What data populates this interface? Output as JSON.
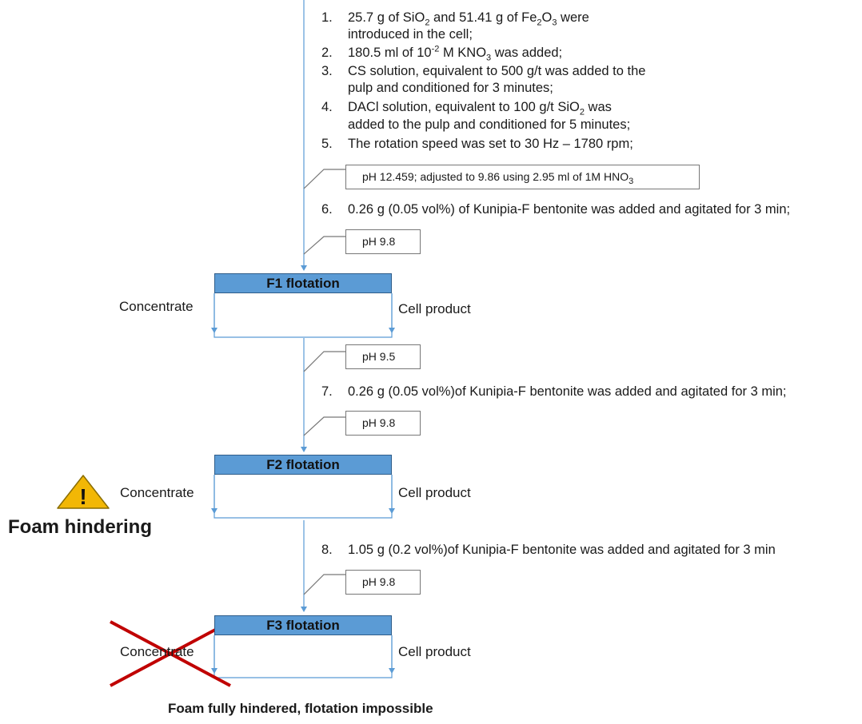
{
  "steps": [
    {
      "n": "1.",
      "lines": [
        {
          "pre": "25.7 g of SiO",
          "sub1": "2",
          "mid": " and 51.41 g of Fe",
          "sub2": "2",
          "mid2": "O",
          "sub3": "3",
          "post": " were"
        },
        "introduced in the cell;"
      ]
    },
    {
      "n": "2.",
      "pre": "180.5 ml of 10",
      "sup": "-2",
      "mid": " M KNO",
      "sub": "3",
      "post": " was added;"
    },
    {
      "n": "3.",
      "lines": [
        "CS solution, equivalent to 500 g/t was added to the",
        "pulp and conditioned for 3 minutes;"
      ]
    },
    {
      "n": "4.",
      "line1_pre": "DACl solution, equivalent to 100 g/t SiO",
      "line1_sub": "2",
      "line1_post": " was",
      "line2": "added to the pulp and conditioned for 5 minutes;"
    },
    {
      "n": "5.",
      "text": "The rotation speed was set to 30 Hz – 1780 rpm;"
    },
    {
      "n": "6.",
      "text": "0.26 g (0.05 vol%) of Kunipia-F bentonite was added and agitated for 3 min;"
    },
    {
      "n": "7.",
      "text": "0.26 g  (0.05 vol%)of Kunipia-F bentonite was added and agitated for 3 min;"
    },
    {
      "n": "8.",
      "text": "1.05 g  (0.2 vol%)of Kunipia-F bentonite was added and agitated for 3 min"
    }
  ],
  "ph_boxes": {
    "box1_pre": "pH 12.459; adjusted to 9.86 using 2.95 ml of 1M HNO",
    "box1_sub": "3",
    "box2": "pH 9.8",
    "box3": "pH 9.5",
    "box4": "pH 9.8",
    "box5": "pH 9.8"
  },
  "stages": [
    {
      "title": "F1 flotation",
      "left": "Concentrate",
      "right": "Cell product"
    },
    {
      "title": "F2 flotation",
      "left": "Concentrate",
      "right": "Cell product"
    },
    {
      "title": "F3 flotation",
      "left": "Concentrate",
      "right": "Cell product"
    }
  ],
  "warning": "Foam hindering",
  "warning_icon": "warning-triangle-icon",
  "final_note": "Foam fully hindered, flotation impossible",
  "colors": {
    "line": "#5b9bd5",
    "bar": "#5b9bd5",
    "warning": "#f2b705",
    "cross": "#c00000"
  }
}
